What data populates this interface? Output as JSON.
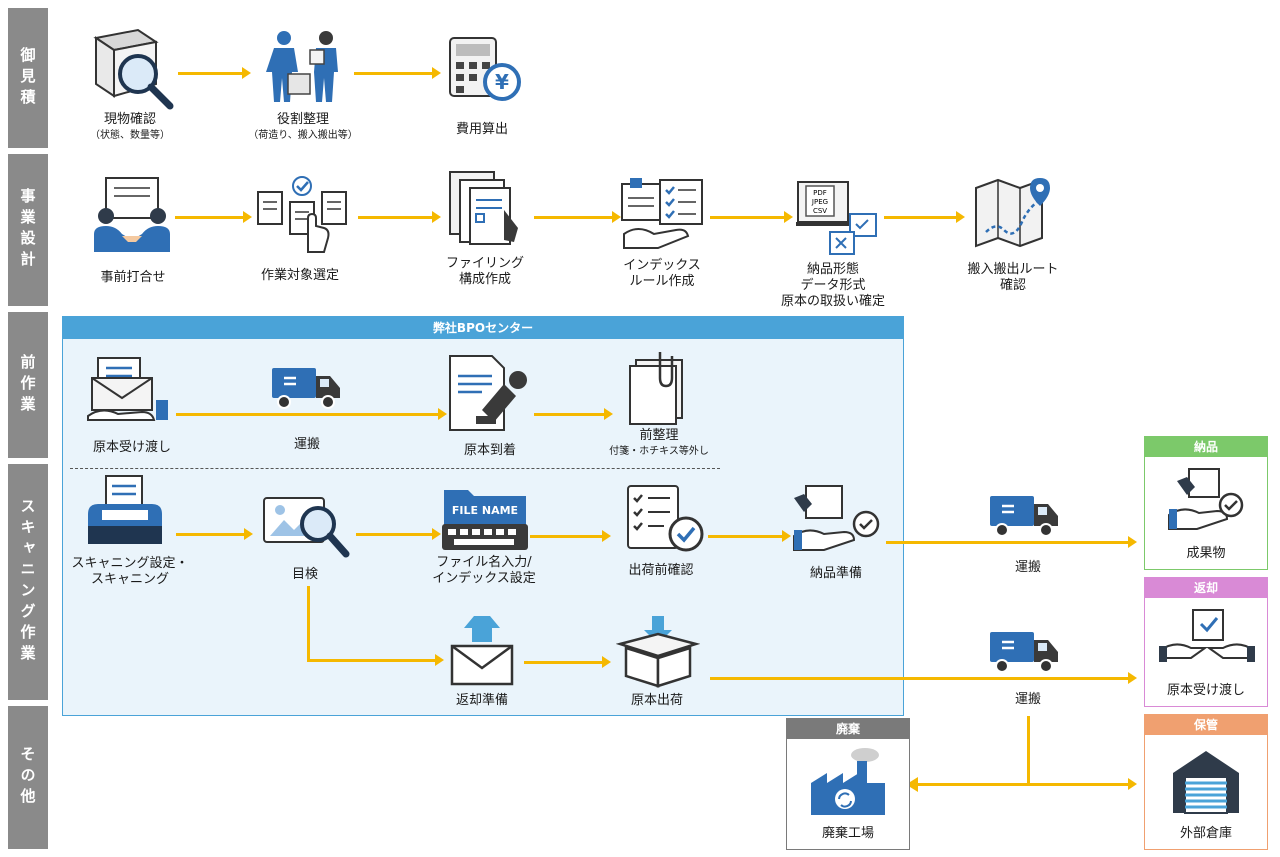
{
  "phases": [
    "御見積",
    "事業設計",
    "前作業",
    "スキャニング作業",
    "その他"
  ],
  "estimate": {
    "steps": [
      {
        "label": "現物確認",
        "sub": "（状態、数量等）"
      },
      {
        "label": "役割整理",
        "sub": "（荷造り、搬入搬出等）"
      },
      {
        "label": "費用算出",
        "sub": ""
      }
    ]
  },
  "design": {
    "steps": [
      {
        "label": "事前打合せ"
      },
      {
        "label": "作業対象選定"
      },
      {
        "label": "ファイリング\n構成作成"
      },
      {
        "label": "インデックス\nルール作成"
      },
      {
        "label": "納品形態\nデータ形式\n原本の取扱い確定"
      },
      {
        "label": "搬入搬出ルート\n確認"
      }
    ],
    "formats": [
      "PDF",
      "JPEG",
      "CSV"
    ]
  },
  "center": {
    "title": "弊社BPOセンター",
    "pre": [
      {
        "label": "原本受け渡し"
      },
      {
        "label": "運搬"
      },
      {
        "label": "原本到着"
      },
      {
        "label": "前整理",
        "sub": "付箋・ホチキス等外し"
      }
    ],
    "scan": [
      {
        "label": "スキャニング設定・\nスキャニング"
      },
      {
        "label": "目検"
      },
      {
        "label": "ファイル名入力/\nインデックス設定"
      },
      {
        "label": "出荷前確認"
      },
      {
        "label": "納品準備"
      }
    ],
    "file_name_tag": "FILE NAME",
    "return": [
      {
        "label": "返却準備"
      },
      {
        "label": "原本出荷"
      }
    ]
  },
  "transport": [
    "運搬",
    "運搬"
  ],
  "outputs": {
    "delivery": {
      "head": "納品",
      "label": "成果物",
      "color": "#7cc96a"
    },
    "return": {
      "head": "返却",
      "label": "原本受け渡し",
      "color": "#d98ad6"
    },
    "storage": {
      "head": "保管",
      "label": "外部倉庫",
      "color": "#f0a070"
    },
    "disposal": {
      "head": "廃棄",
      "label": "廃棄工場",
      "color": "#7a7a7a"
    }
  },
  "colors": {
    "arrow": "#f5b800",
    "accent": "#2f6fb5",
    "center_bg": "#eaf4fb"
  }
}
